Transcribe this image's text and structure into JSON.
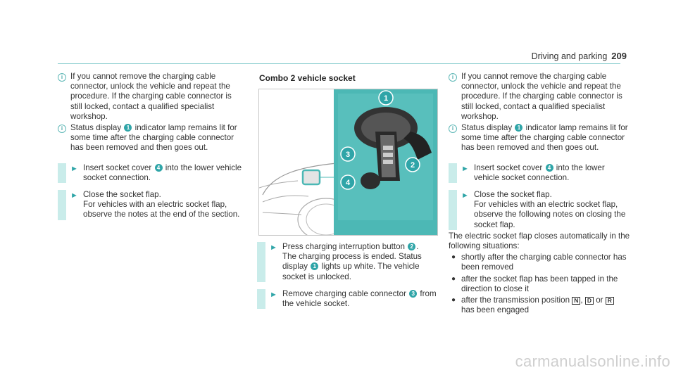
{
  "header": {
    "section": "Driving and parking",
    "page": "209"
  },
  "col1": {
    "info1": "If you cannot remove the charging cable connector, unlock the vehicle and repeat the procedure. If the charging cable connector is still locked, contact a qualified specialist workshop.",
    "info2_a": "Status display",
    "info2_num": "1",
    "info2_b": "indicator lamp remains lit for some time after the charging cable connector has been removed and then goes out.",
    "step1_a": "Insert socket cover",
    "step1_num": "4",
    "step1_b": "into the lower vehicle socket connection.",
    "step2_a": "Close the socket flap.",
    "step2_b": "For vehicles with an electric socket flap, observe the notes at the end of the section."
  },
  "col2": {
    "title": "Combo 2 vehicle socket",
    "callouts": [
      "1",
      "2",
      "3",
      "4"
    ],
    "step1_a": "Press charging interruption button",
    "step1_num": "2",
    "step1_b": ".",
    "step1_c": "The charging process is ended. Status display",
    "step1_num2": "1",
    "step1_d": "lights up white. The vehicle socket is unlocked.",
    "step2_a": "Remove charging cable connector",
    "step2_num": "3",
    "step2_b": "from the vehicle socket."
  },
  "col3": {
    "info1": "If you cannot remove the charging cable connector, unlock the vehicle and repeat the procedure. If the charging cable connector is still locked, contact a qualified specialist workshop.",
    "info2_a": "Status display",
    "info2_num": "1",
    "info2_b": "indicator lamp remains lit for some time after the charging cable connector has been removed and then goes out.",
    "step1_a": "Insert socket cover",
    "step1_num": "4",
    "step1_b": "into the lower vehicle socket connection.",
    "step2_a": "Close the socket flap.",
    "step2_b": "For vehicles with an electric socket flap, observe the following notes on closing the socket flap.",
    "para": "The electric socket flap closes automatically in the following situations:",
    "bullet1": "shortly after the charging cable connector has been removed",
    "bullet2": "after the socket flap has been tapped in the direction to close it",
    "bullet3_a": "after the transmission position",
    "key_n": "N",
    "sep1": ",",
    "key_d": "D",
    "sep2": "or",
    "key_r": "R",
    "bullet3_b": "has been engaged"
  },
  "watermark": "carmanualsonline.info",
  "colors": {
    "accent": "#2fa5a8",
    "stepbar": "#c9ecea",
    "figure_bg": "#4cb8b5"
  }
}
